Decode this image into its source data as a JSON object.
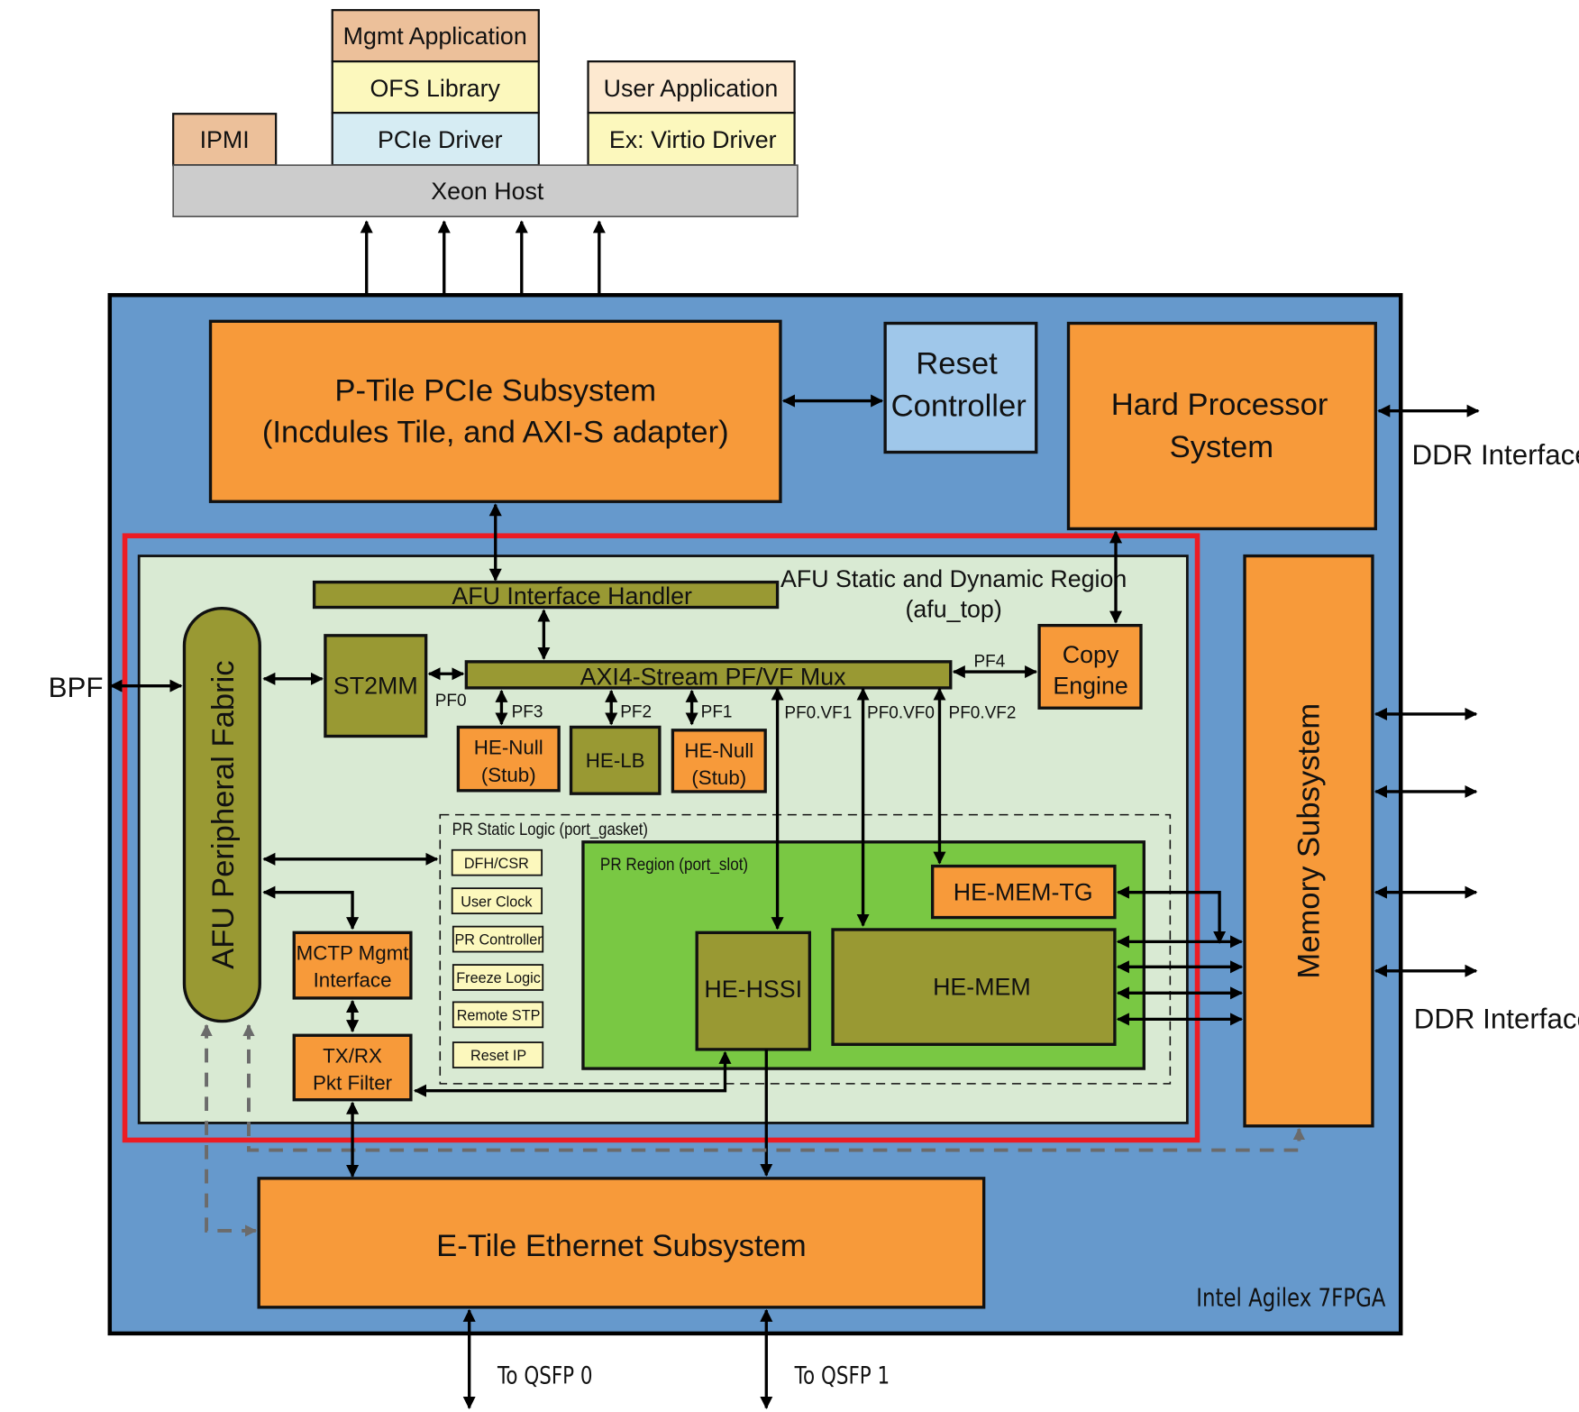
{
  "colors": {
    "fpga_bg": "#6699cc",
    "orange": "#f79a3a",
    "olive": "#999933",
    "light_green": "#d9ead3",
    "pr_green": "#79c843",
    "red_outline": "#ec1c24",
    "reset_blue": "#9fc7ea",
    "host_gray": "#cccccc",
    "mgmt_tan": "#ecc09a",
    "lib_yellow": "#fcf8bd",
    "driver_blue": "#d6ecf3",
    "user_app_peach": "#fde9d0",
    "dashed_gray": "#6b6b6b"
  },
  "host": {
    "mgmt_application": "Mgmt Application",
    "ofs_library": "OFS Library",
    "ipmi": "IPMI",
    "pcie_driver": "PCIe Driver",
    "user_application": "User Application",
    "virtio_driver": "Ex: Virtio Driver",
    "xeon_host": "Xeon Host"
  },
  "fpga": {
    "label": "Intel Agilex 7FPGA",
    "ptile": {
      "line1": "P-Tile PCIe Subsystem",
      "line2": "(Incdules Tile, and AXI-S adapter)"
    },
    "reset_controller": {
      "line1": "Reset",
      "line2": "Controller"
    },
    "hps": {
      "line1": "Hard Processor",
      "line2": "System"
    },
    "memory_subsystem": "Memory Subsystem",
    "etile": "E-Tile Ethernet Subsystem"
  },
  "afu": {
    "region_title_line1": "AFU Static and Dynamic Region",
    "region_title_line2": "(afu_top)",
    "interface_handler": "AFU Interface Handler",
    "axi_mux": "AXI4-Stream PF/VF Mux",
    "peripheral_fabric": "AFU Peripheral Fabric",
    "st2mm": "ST2MM",
    "copy_engine": {
      "line1": "Copy",
      "line2": "Engine"
    },
    "he_null_1": {
      "line1": "HE-Null",
      "line2": "(Stub)"
    },
    "he_lb": "HE-LB",
    "he_null_2": {
      "line1": "HE-Null",
      "line2": "(Stub)"
    },
    "mctp": {
      "line1": "MCTP Mgmt",
      "line2": "Interface"
    },
    "pkt_filter": {
      "line1": "TX/RX",
      "line2": "Pkt Filter"
    },
    "pf_labels": {
      "pf0": "PF0",
      "pf1": "PF1",
      "pf2": "PF2",
      "pf3": "PF3",
      "pf4": "PF4",
      "pf0_vf0": "PF0.VF0",
      "pf0_vf1": "PF0.VF1",
      "pf0_vf2": "PF0.VF2"
    },
    "pr_static": {
      "title": "PR Static Logic (port_gasket)",
      "items": [
        "DFH/CSR",
        "User Clock",
        "PR Controller",
        "Freeze Logic",
        "Remote STP",
        "Reset IP"
      ]
    },
    "pr_region": {
      "title": "PR Region (port_slot)",
      "he_mem_tg": "HE-MEM-TG",
      "he_hssi": "HE-HSSI",
      "he_mem": "HE-MEM"
    }
  },
  "external": {
    "bpf": "BPF",
    "ddr_interface_top": "DDR Interface",
    "ddr_interface_bottom": "DDR Interface",
    "qsfp0": "To QSFP 0",
    "qsfp1": "To QSFP 1"
  }
}
